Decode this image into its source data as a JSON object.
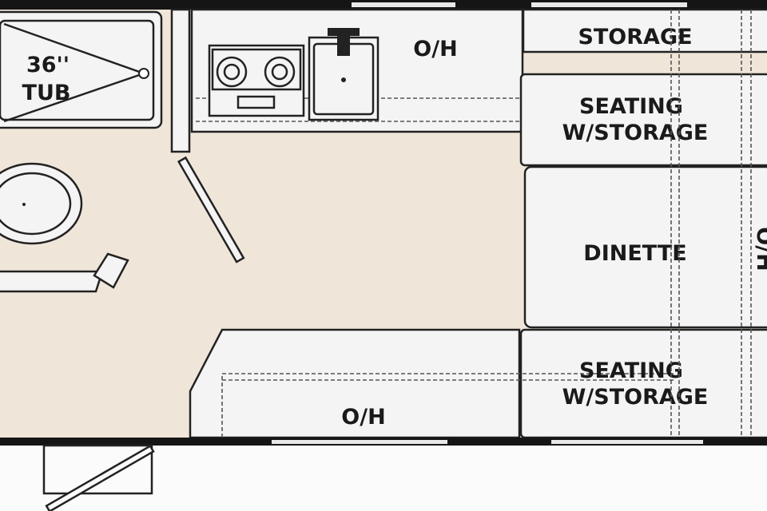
{
  "labels": {
    "tub": [
      "36''",
      "TUB"
    ],
    "kitchen_overhead": "O/H",
    "storage": "STORAGE",
    "seating_top": [
      "SEATING",
      "W/STORAGE"
    ],
    "dinette": "DINETTE",
    "dinette_overhead": "O/H",
    "seating_bottom": [
      "SEATING",
      "W/STORAGE"
    ],
    "bottom_overhead": "O/H"
  },
  "colors": {
    "floor": "#efe6d9",
    "wall": "#151515",
    "fixture": "#f4f4f4"
  }
}
